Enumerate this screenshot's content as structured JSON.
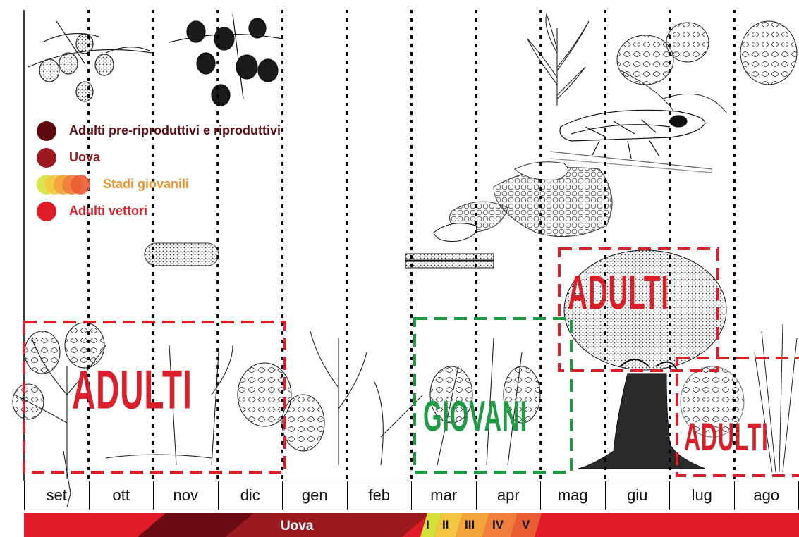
{
  "months": [
    "set",
    "ott",
    "nov",
    "dic",
    "gen",
    "feb",
    "mar",
    "apr",
    "mag",
    "giu",
    "lug",
    "ago"
  ],
  "legend": [
    {
      "label": "Adulti pre-riproduttivi e riproduttivi",
      "color": "#5e0a10",
      "text_color": "#5e0a10"
    },
    {
      "label": "Uova",
      "color": "#9a1a20",
      "text_color": "#9a1a20"
    },
    {
      "label": "Stadi giovanili",
      "color": "#f0902c",
      "text_color": "#f0902c",
      "gradient": [
        "#d8e23a",
        "#f5c843",
        "#f2a23a",
        "#ef7d3a",
        "#ea5a32"
      ]
    },
    {
      "label": "Adulti vettori",
      "color": "#e11b28",
      "text_color": "#e11b28"
    }
  ],
  "boxes": [
    {
      "label": "ADULTI",
      "color": "#d81f2a",
      "style": "dashed"
    },
    {
      "label": "GIOVANI",
      "color": "#1f9a45",
      "style": "dashed"
    },
    {
      "label": "ADULTI",
      "color": "#d81f2a",
      "style": "dashed"
    },
    {
      "label": "ADULTI",
      "color": "#d81f2a",
      "style": "dashed"
    }
  ],
  "phase_bar": {
    "uova_label": "Uova",
    "stages": [
      "I",
      "II",
      "III",
      "IV",
      "V"
    ],
    "stage_colors": [
      "#d4e03a",
      "#f4c540",
      "#f2a33a",
      "#ef7f3a",
      "#ea5c33"
    ],
    "colors": {
      "adulti": "#e11b28",
      "dark": "#6a0c12",
      "uova": "#9a1a20"
    }
  },
  "icons": [
    "olive-branch-icon",
    "olive-fruit-icon",
    "olive-leaf-icon",
    "olive-flower-icon",
    "leafhopper-adult-icon",
    "leafhopper-nymph-icon",
    "spittle-foam-icon",
    "egg-mass-icon",
    "carrot-plant-icon",
    "weed-plants-icon",
    "olive-tree-icon",
    "grass-icon"
  ]
}
